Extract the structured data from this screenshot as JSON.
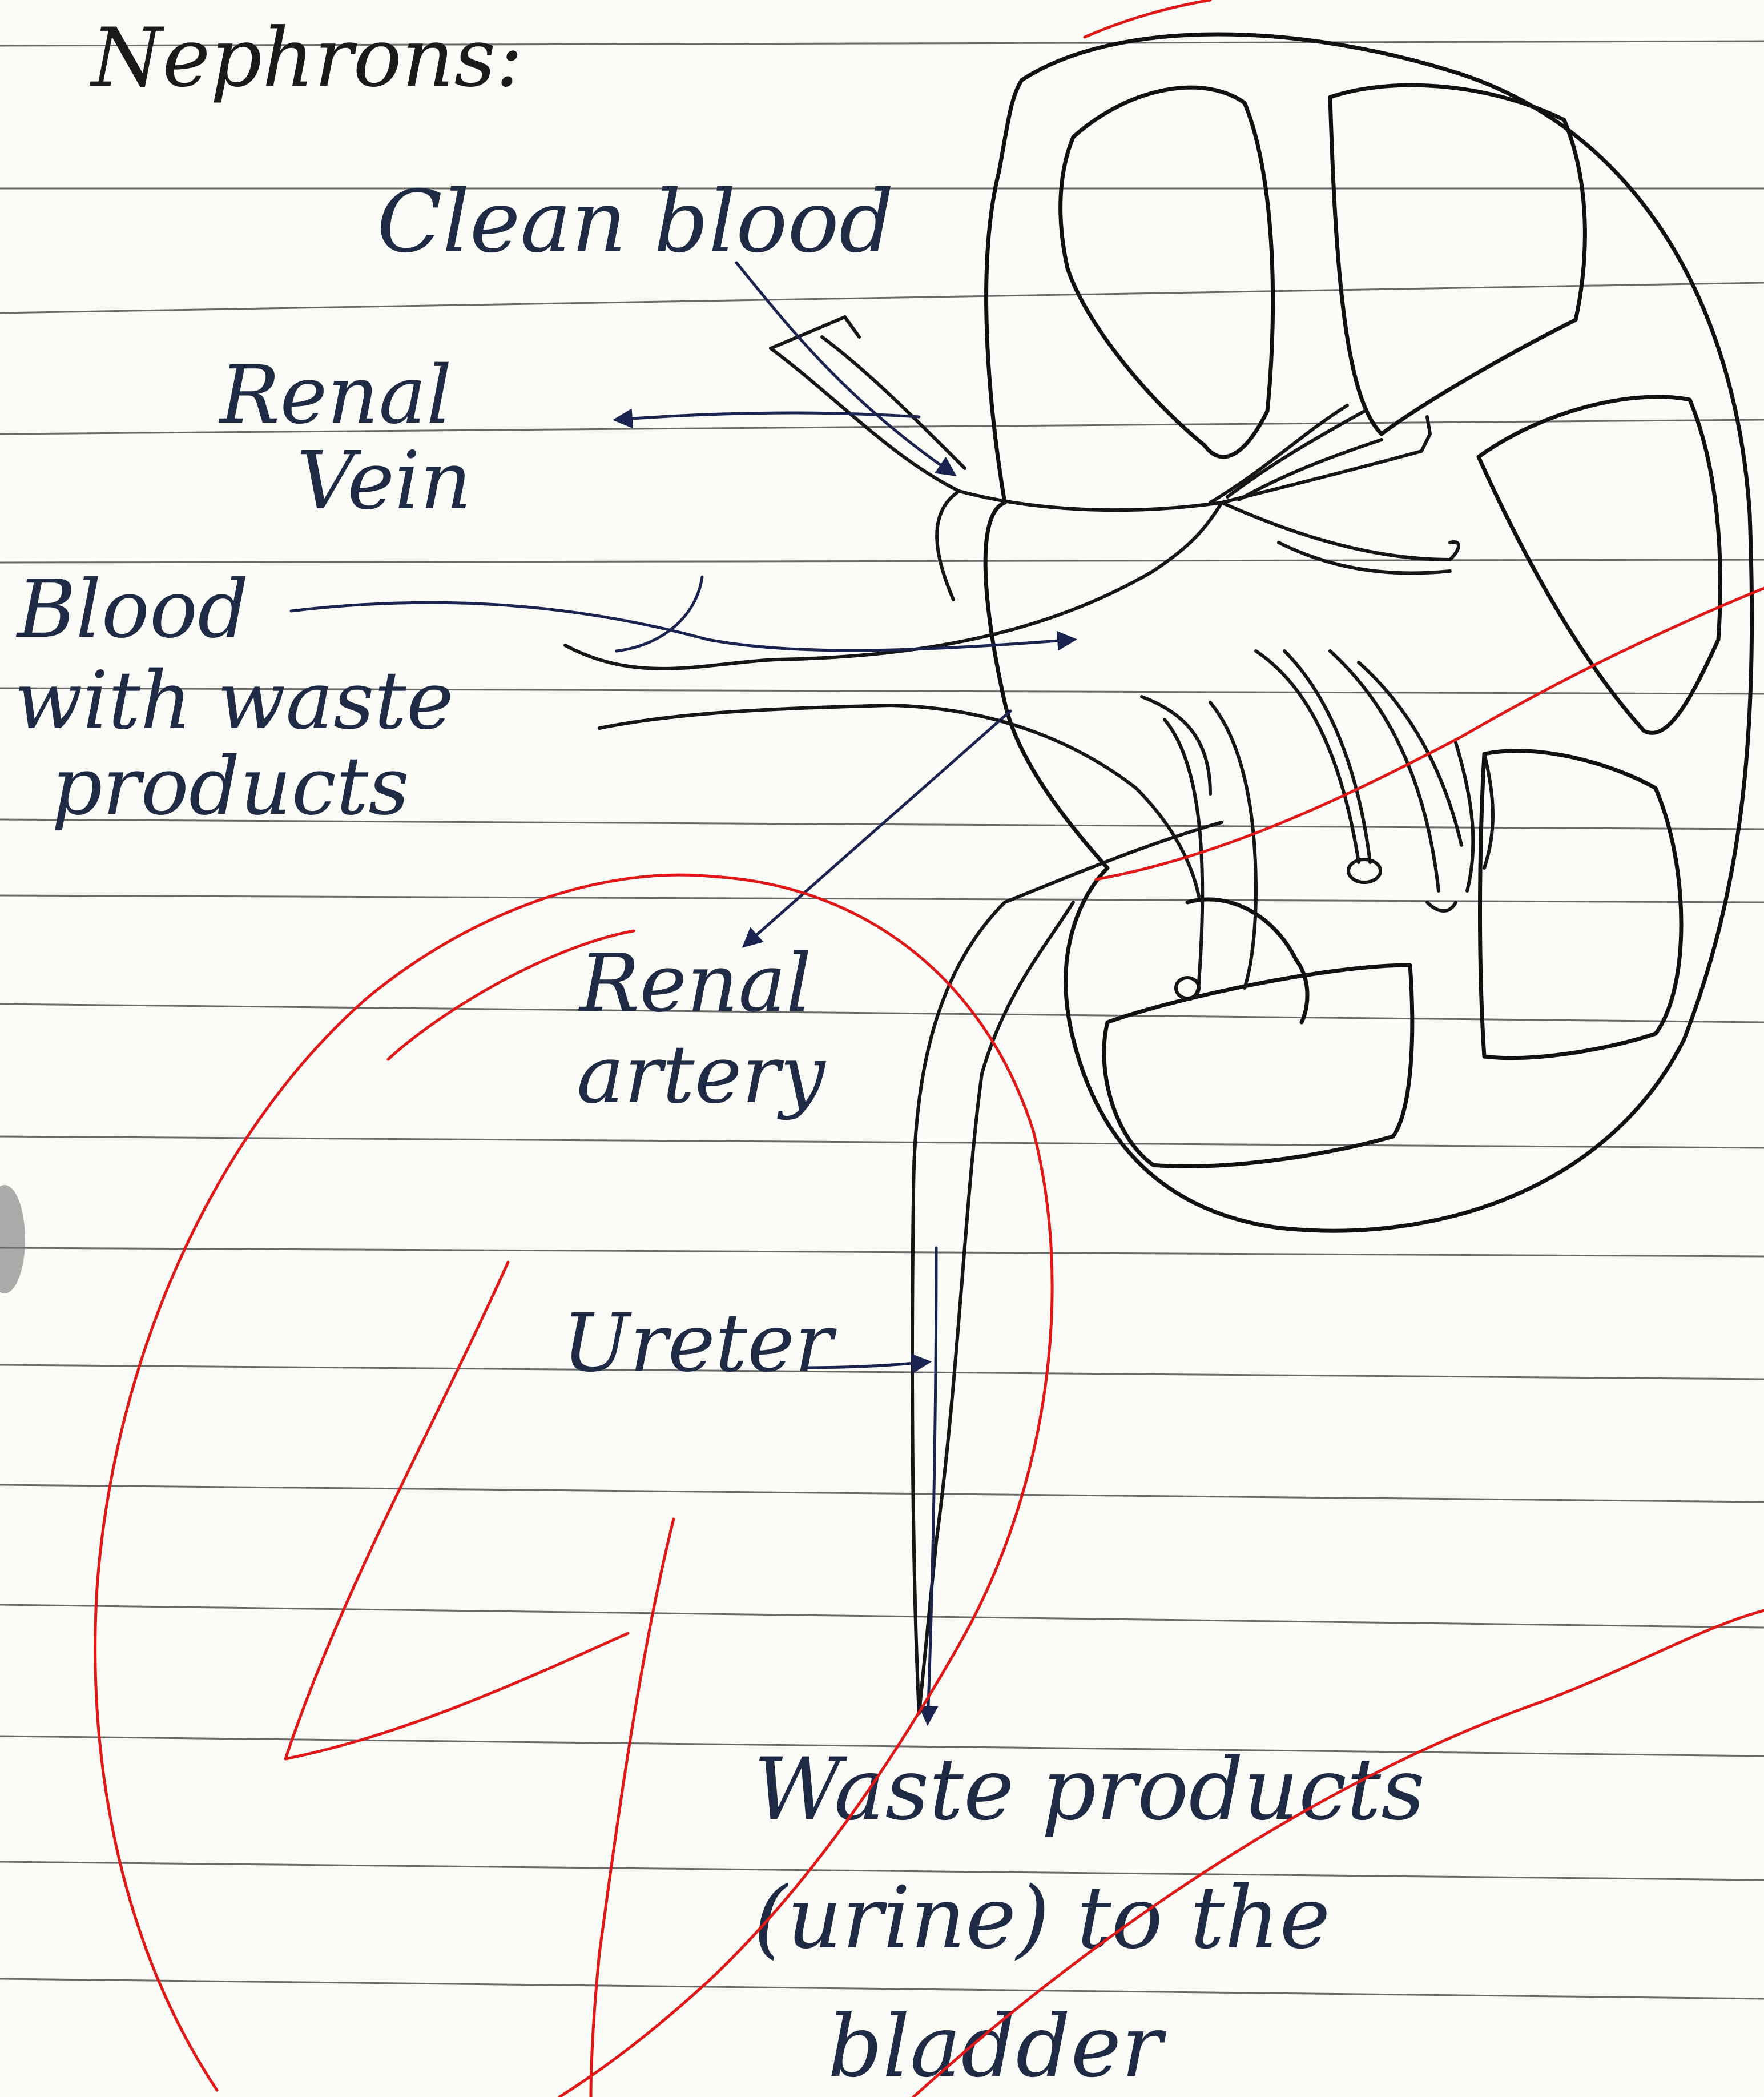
{
  "header": {
    "partial_title": "Nephrons:"
  },
  "labels": {
    "clean_blood": "Clean blood",
    "renal_vein": [
      "Renal",
      "Vein"
    ],
    "blood_with_waste": [
      "Blood",
      "with waste",
      "products"
    ],
    "renal_artery": [
      "Renal",
      "artery"
    ],
    "ureter": "Ureter",
    "waste_products": [
      "Waste products",
      "(urine) to the",
      "bladder"
    ]
  },
  "colors": {
    "paper": "#fbfbf8",
    "rule": "#3a3a3a",
    "pencil": "#111111",
    "blue_ink": "#1f2a44",
    "marker_red": "#e01818"
  }
}
